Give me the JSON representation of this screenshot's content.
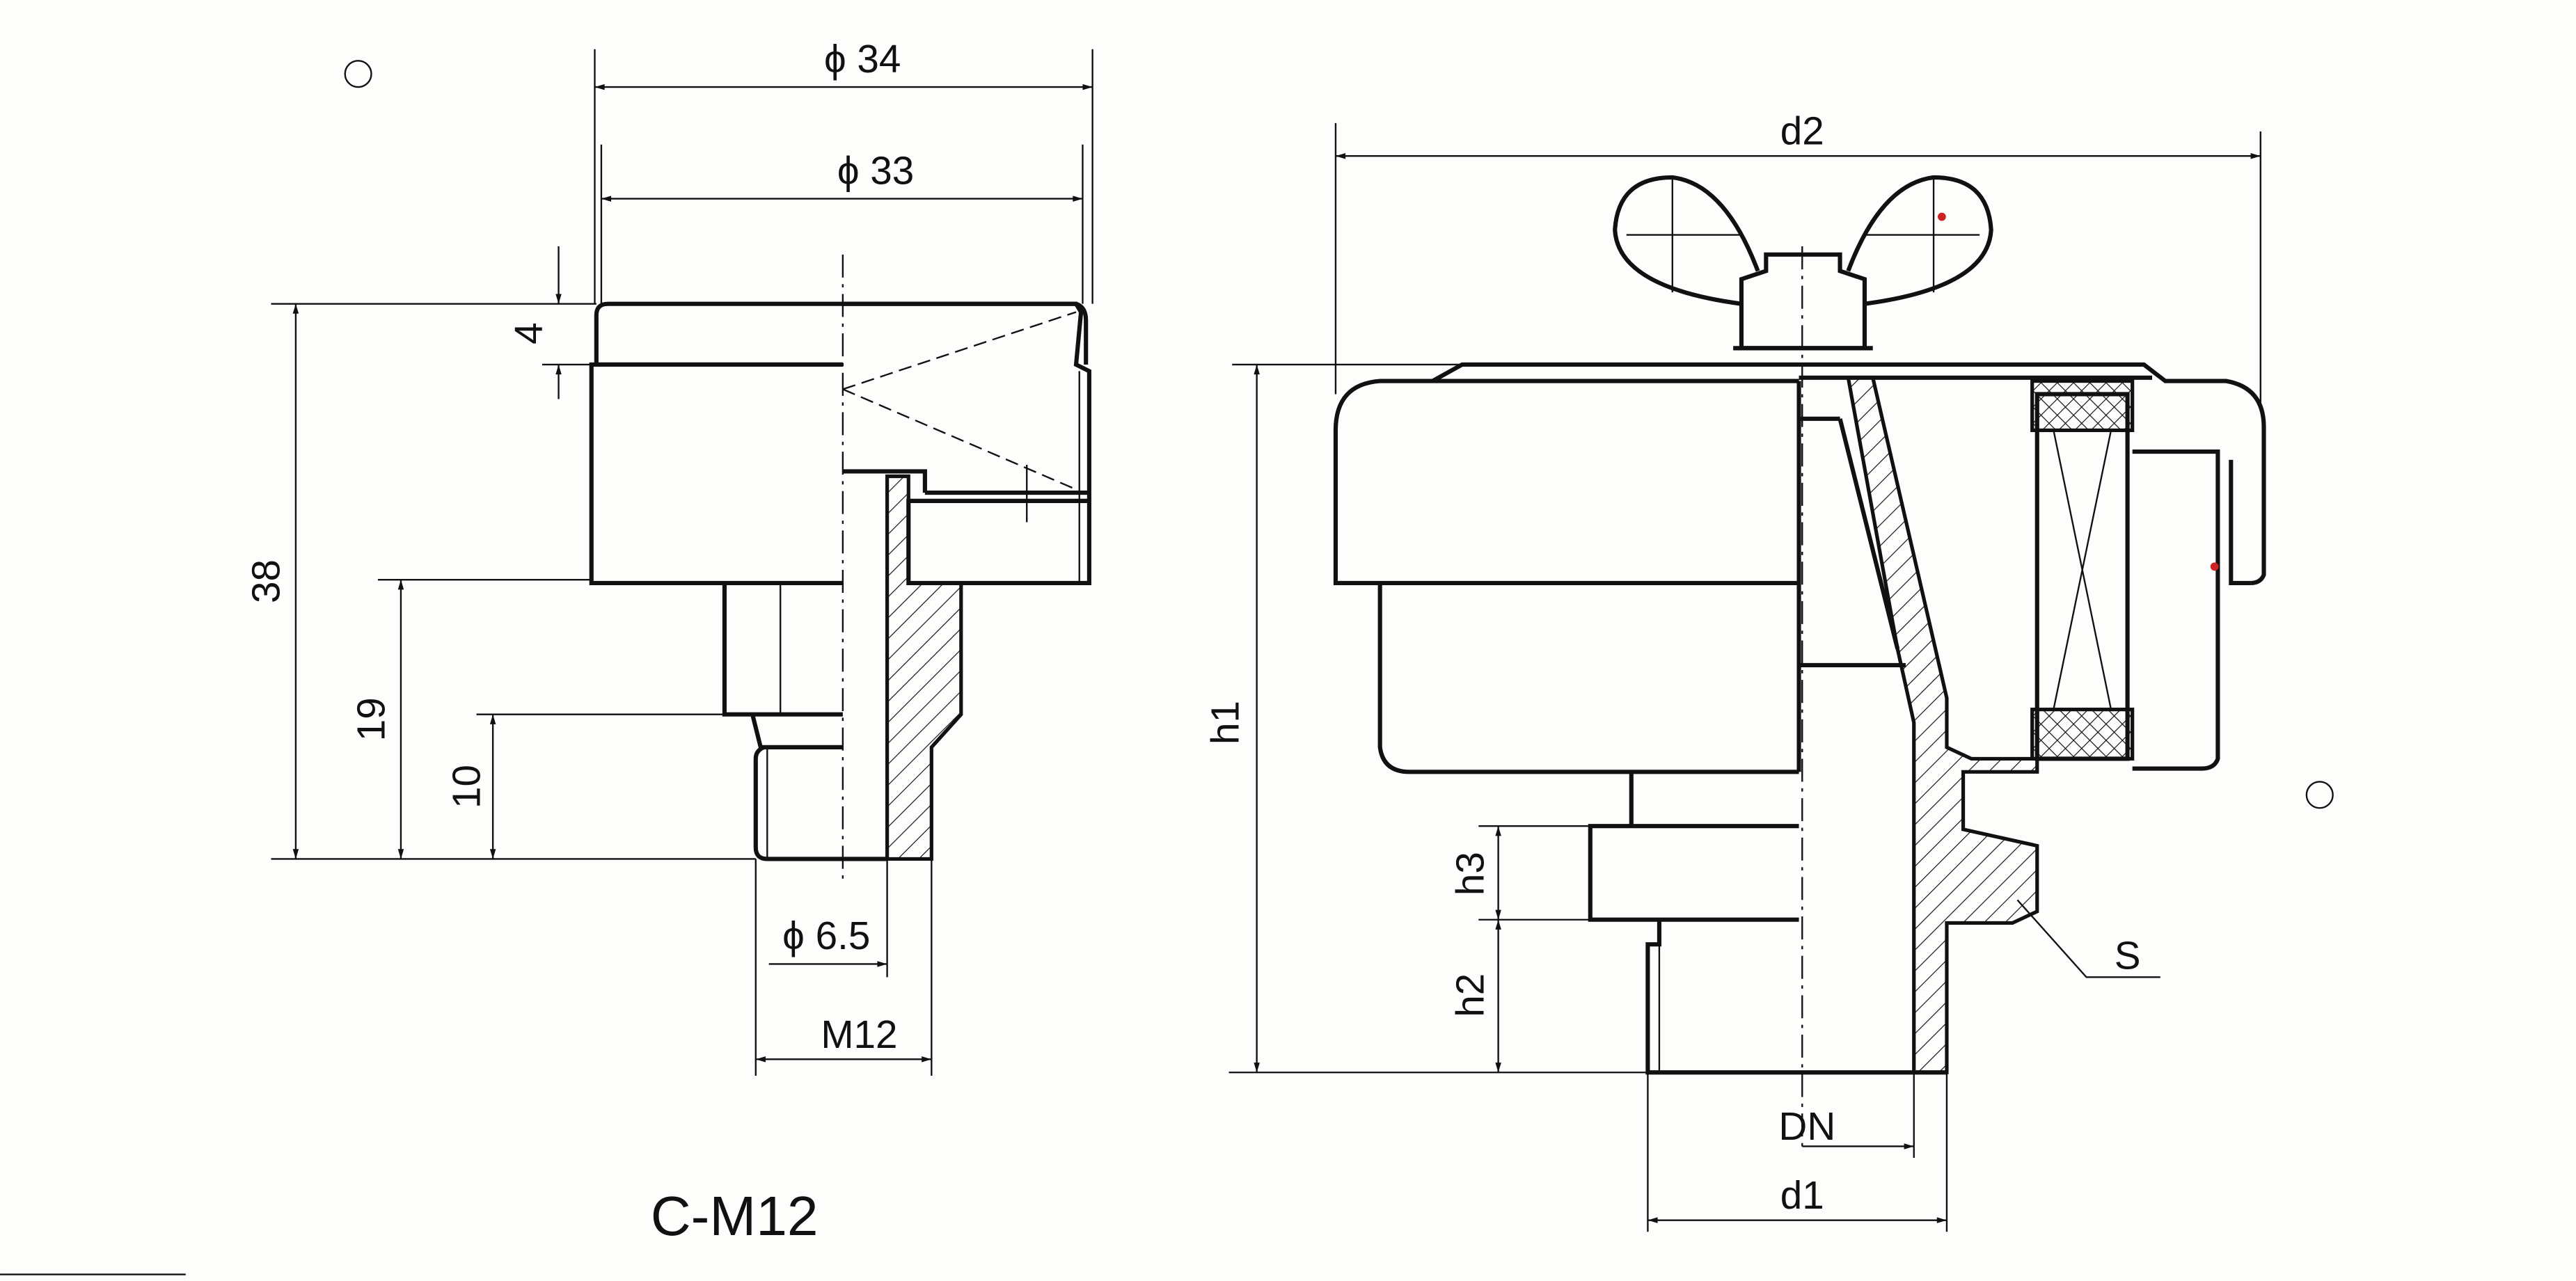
{
  "left_view": {
    "title": "C-M12",
    "dimensions": {
      "outer_diameter": "ϕ 34",
      "inner_diameter": "ϕ 33",
      "cap_height": "4",
      "total_height": "38",
      "stem_height": "19",
      "thread_height": "10",
      "bore_diameter": "ϕ 6.5",
      "thread": "M12"
    }
  },
  "right_view": {
    "dimensions": {
      "width": "d2",
      "height": "h1",
      "hex_height": "h3",
      "thread_height": "h2",
      "nominal_diameter": "DN",
      "thread_diameter": "d1",
      "wrench_size": "S"
    }
  },
  "colors": {
    "line": "#111111",
    "background": "#fdfdfc",
    "marker": "#cc2222"
  }
}
